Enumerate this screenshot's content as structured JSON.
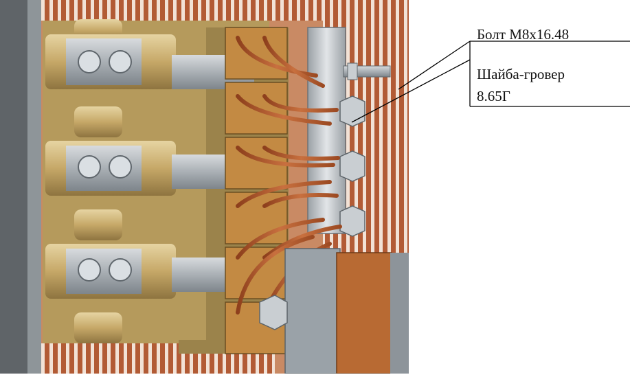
{
  "callouts": {
    "bolt": "Болт М8х16.48",
    "washer_line1": "Шайба-гровер",
    "washer_line2": "8.65Г"
  },
  "colors": {
    "copper": "#b9653a",
    "brass": "#c9ad74",
    "bracket_dark": "#8a7344",
    "steel": "#a9aeb3",
    "housing": "#6b6b6b",
    "line": "#000000"
  },
  "icons": [
    "bolt-icon",
    "nut-icon",
    "cable-icon"
  ]
}
